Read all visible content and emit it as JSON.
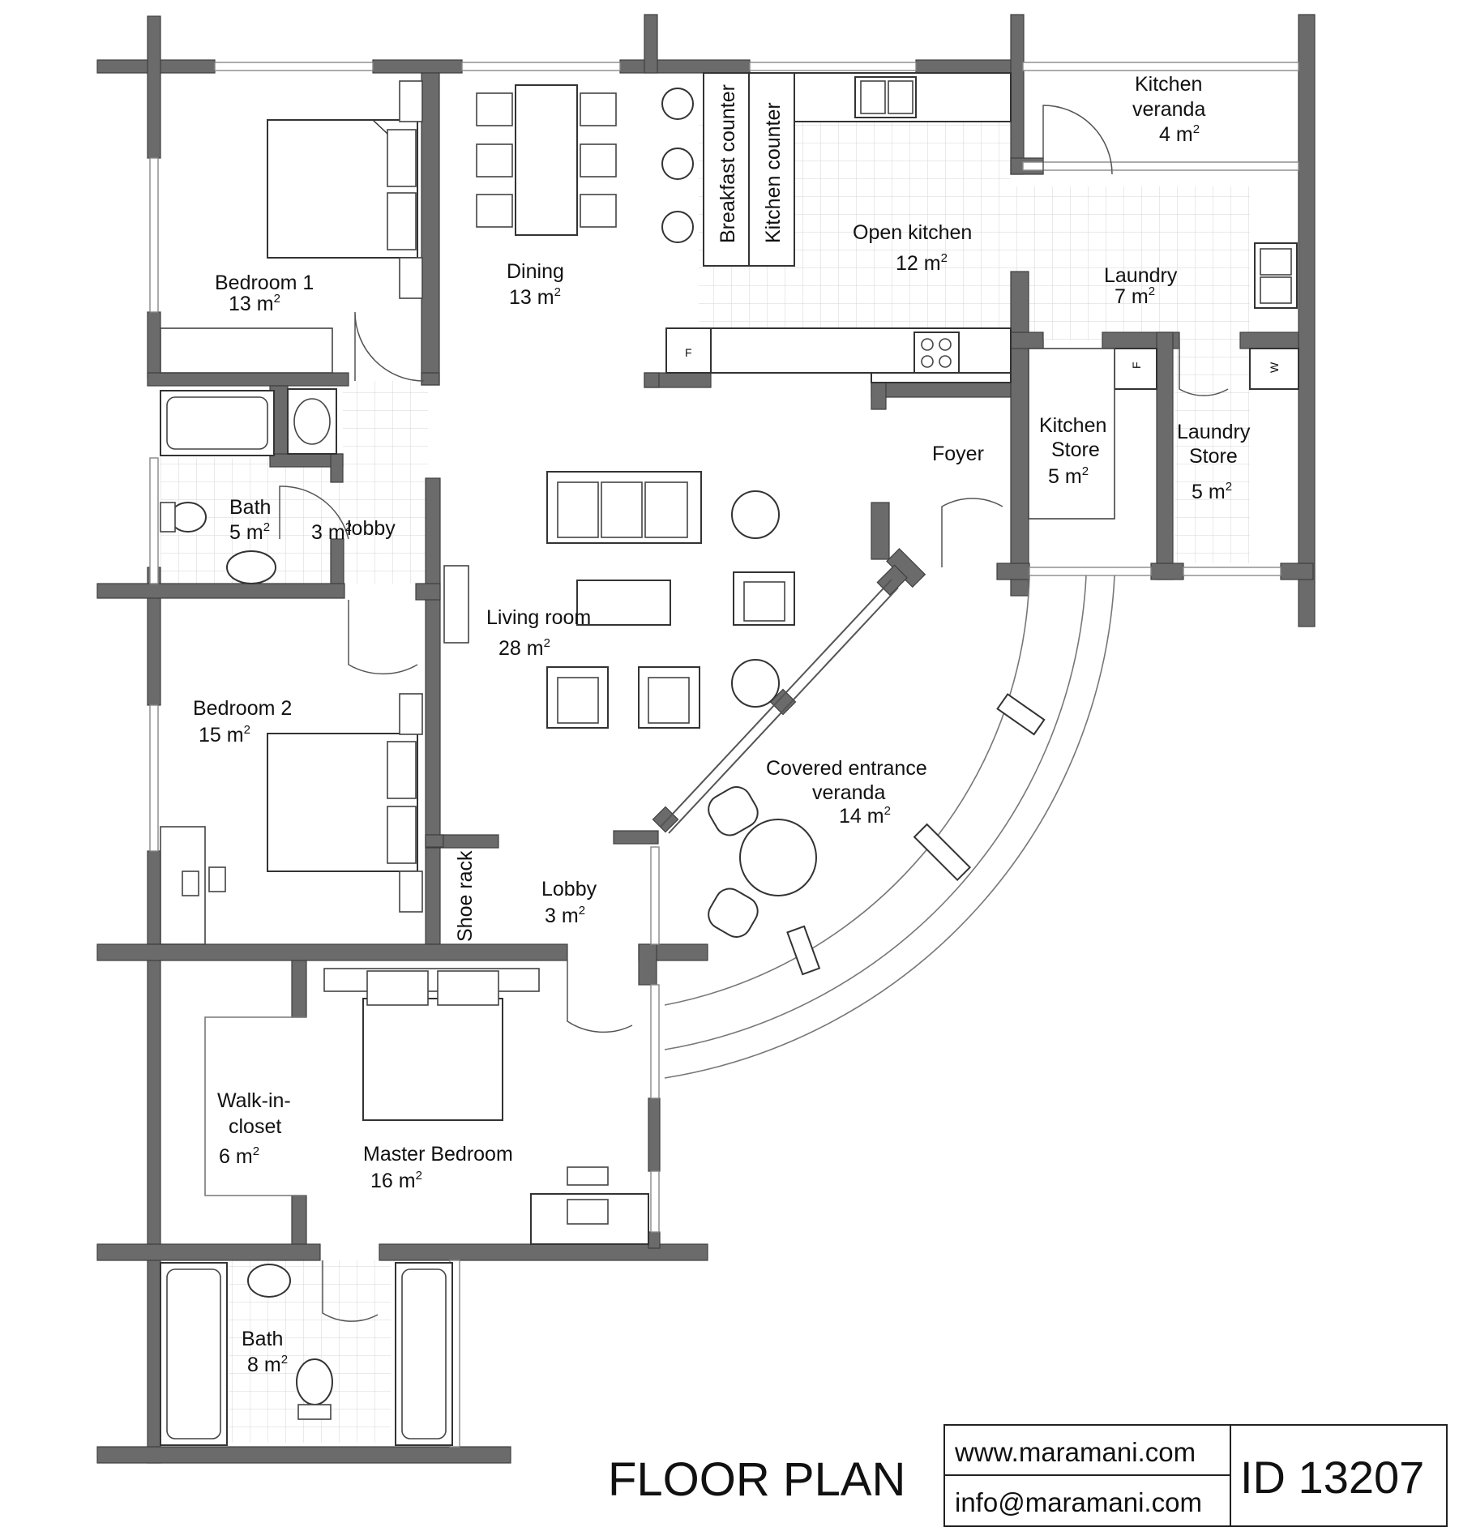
{
  "title": "FLOOR PLAN",
  "title_block": {
    "website": "www.maramani.com",
    "email": "info@maramani.com",
    "plan_id": "ID 13207"
  },
  "rooms": {
    "bedroom1": {
      "name": "Bedroom 1",
      "area": "13 m",
      "sup": "2"
    },
    "dining": {
      "name": "Dining",
      "area": "13 m",
      "sup": "2"
    },
    "open_kitchen": {
      "name": "Open kitchen",
      "area": "12 m",
      "sup": "2"
    },
    "kitchen_veranda_l1": "Kitchen",
    "kitchen_veranda_l2": "veranda",
    "kitchen_veranda_area": {
      "area": "4 m",
      "sup": "2"
    },
    "laundry": {
      "name": "Laundry",
      "area": "7 m",
      "sup": "2"
    },
    "kitchen_store_l1": "Kitchen",
    "kitchen_store_l2": "Store",
    "kitchen_store_area": {
      "area": "5 m",
      "sup": "2"
    },
    "laundry_store_l1": "Laundry",
    "laundry_store_l2": "Store",
    "laundry_store_area": {
      "area": "5 m",
      "sup": "2"
    },
    "bath1": {
      "name": "Bath",
      "area": "5 m",
      "sup": "2"
    },
    "lobby1": {
      "name": "lobby",
      "area": "3 m",
      "sup": "2"
    },
    "foyer": {
      "name": "Foyer"
    },
    "living": {
      "name": "Living room",
      "area": "28 m",
      "sup": "2"
    },
    "bedroom2": {
      "name": "Bedroom 2",
      "area": "15 m",
      "sup": "2"
    },
    "veranda_l1": "Covered entrance",
    "veranda_l2": "veranda",
    "veranda_area": {
      "area": "14 m",
      "sup": "2"
    },
    "shoe_rack": "Shoe rack",
    "lobby2": {
      "name": "Lobby",
      "area": "3 m",
      "sup": "2"
    },
    "closet_l1": "Walk-in-",
    "closet_l2": "closet",
    "closet_area": {
      "area": "6 m",
      "sup": "2"
    },
    "master": {
      "name": "Master Bedroom",
      "area": "16 m",
      "sup": "2"
    },
    "bath2": {
      "name": "Bath",
      "area": "8 m",
      "sup": "2"
    }
  },
  "fixtures": {
    "breakfast_counter": "Breakfast counter",
    "kitchen_counter": "Kitchen counter",
    "fridge_kitchen": "F",
    "fridge_store": "F",
    "washer": "W"
  },
  "colors": {
    "wall": "#6b6b6b",
    "line": "#333333",
    "tile": "#d6d6d6"
  }
}
